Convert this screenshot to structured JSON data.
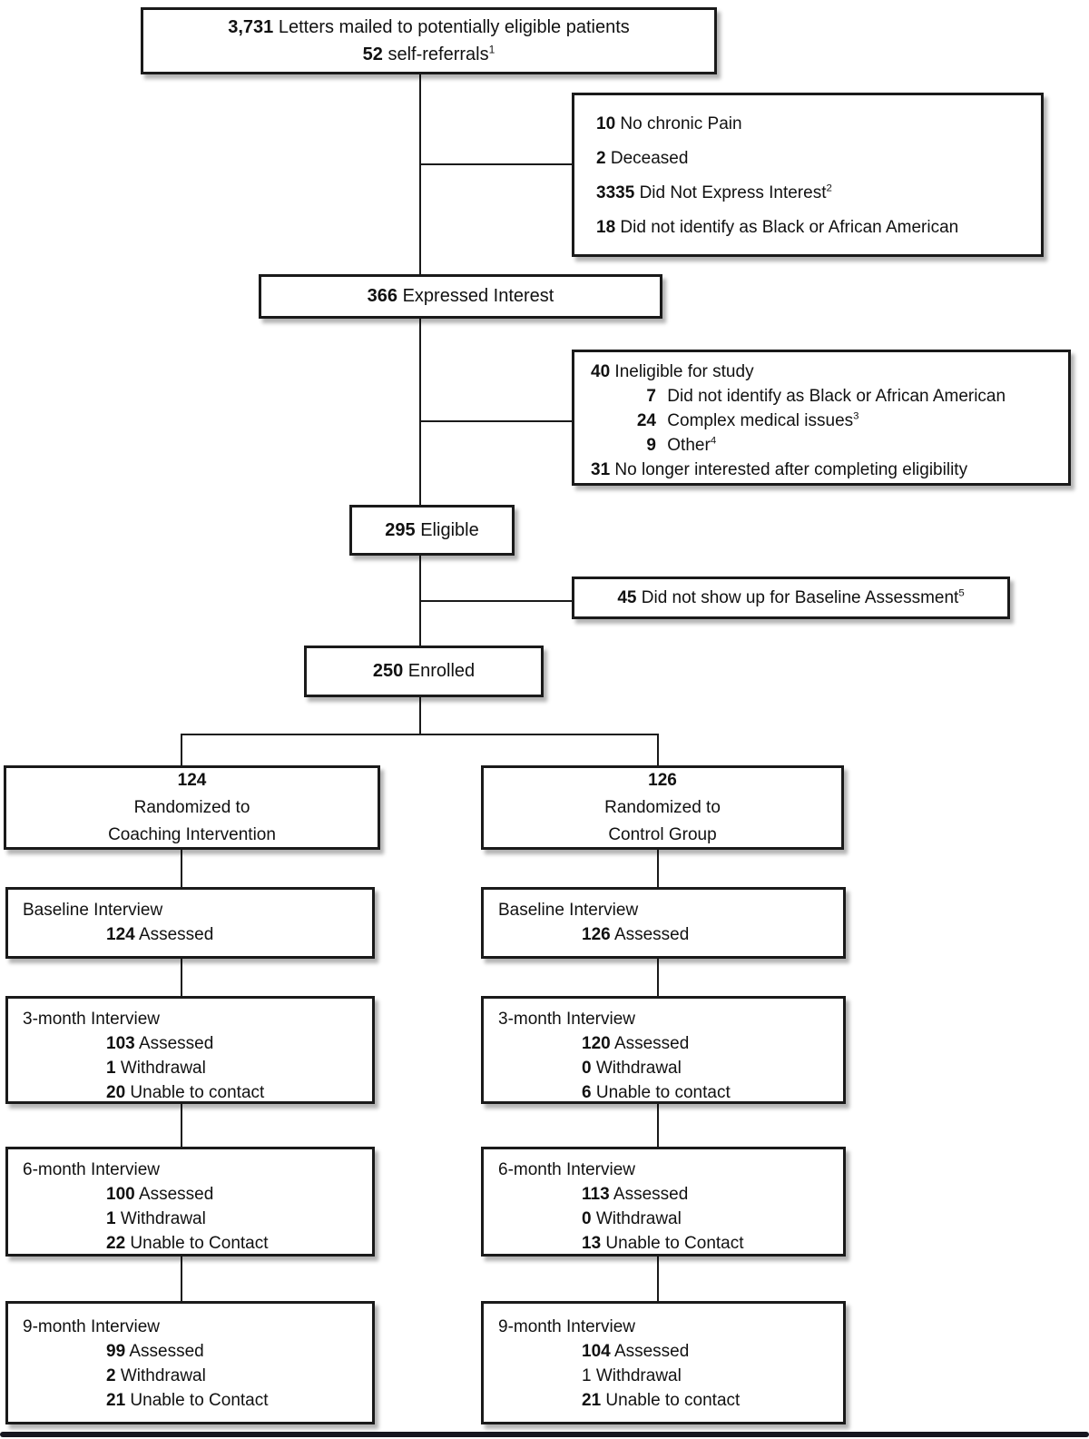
{
  "diagram": {
    "title": "Participant flow diagram",
    "colors": {
      "box_border": "#1a1a1a",
      "text": "#111111",
      "background": "#ffffff",
      "footer_bar": "#16161f"
    },
    "boxes": {
      "mailed": {
        "lines": [
          {
            "num": "3,731",
            "text": "Letters mailed to potentially eligible patients"
          },
          {
            "num": "52",
            "text": "self-referrals",
            "sup": "1"
          }
        ]
      },
      "excluded_initial": {
        "lines": [
          {
            "num": "10",
            "text": "No chronic Pain"
          },
          {
            "num": "2",
            "text": "Deceased"
          },
          {
            "num": "3335",
            "text": "Did Not Express Interest",
            "sup": "2"
          },
          {
            "num": "18",
            "text": "Did not identify as Black or African American"
          }
        ]
      },
      "expressed_interest": {
        "lines": [
          {
            "num": "366",
            "text": "Expressed Interest"
          }
        ]
      },
      "excluded_eligibility": {
        "lines": [
          {
            "num": "40",
            "text": "Ineligible for study"
          },
          {
            "num": "7",
            "text": "Did not identify as Black or African American",
            "indent": 1
          },
          {
            "num": "24",
            "text": "Complex medical issues",
            "sup": "3",
            "indent": 1
          },
          {
            "num": "9",
            "text": "Other",
            "sup": "4",
            "indent": 1
          },
          {
            "num": "31",
            "text": "No longer interested after completing eligibility"
          }
        ]
      },
      "eligible": {
        "lines": [
          {
            "num": "295",
            "text": "Eligible"
          }
        ]
      },
      "no_show": {
        "lines": [
          {
            "num": "45",
            "text": "Did not show up for Baseline Assessment",
            "sup": "5"
          }
        ]
      },
      "enrolled": {
        "lines": [
          {
            "num": "250",
            "text": "Enrolled"
          }
        ]
      },
      "arm_coaching": {
        "lines": [
          {
            "num": "124"
          },
          {
            "text": "Randomized to"
          },
          {
            "text": "Coaching Intervention"
          }
        ]
      },
      "arm_control": {
        "lines": [
          {
            "num": "126"
          },
          {
            "text": "Randomized to"
          },
          {
            "text": "Control Group"
          }
        ]
      },
      "coaching_baseline": {
        "lines": [
          {
            "text": "Baseline Interview"
          },
          {
            "num": "124",
            "text": "Assessed",
            "indent": 2
          }
        ]
      },
      "control_baseline": {
        "lines": [
          {
            "text": "Baseline Interview"
          },
          {
            "num": "126",
            "text": "Assessed",
            "indent": 2
          }
        ]
      },
      "coaching_3month": {
        "lines": [
          {
            "text": "3-month Interview"
          },
          {
            "num": "103",
            "text": "Assessed",
            "indent": 2
          },
          {
            "num": "1",
            "text": "Withdrawal",
            "indent": 2
          },
          {
            "num": "20",
            "text": "Unable to contact",
            "indent": 2
          }
        ]
      },
      "control_3month": {
        "lines": [
          {
            "text": "3-month Interview"
          },
          {
            "num": "120",
            "text": "Assessed",
            "indent": 2
          },
          {
            "num": "0",
            "text": "Withdrawal",
            "indent": 2
          },
          {
            "num": "6",
            "text": "Unable to contact",
            "indent": 2
          }
        ]
      },
      "coaching_6month": {
        "lines": [
          {
            "text": "6-month Interview"
          },
          {
            "num": "100",
            "text": "Assessed",
            "indent": 2
          },
          {
            "num": "1",
            "text": "Withdrawal",
            "indent": 2
          },
          {
            "num": "22",
            "text": "Unable to Contact",
            "indent": 2
          }
        ]
      },
      "control_6month": {
        "lines": [
          {
            "text": "6-month Interview"
          },
          {
            "num": "113",
            "text": "Assessed",
            "indent": 2
          },
          {
            "num": "0",
            "text": "Withdrawal",
            "indent": 2
          },
          {
            "num": "13",
            "text": "Unable to Contact",
            "indent": 2
          }
        ]
      },
      "coaching_9month": {
        "lines": [
          {
            "text": "9-month Interview"
          },
          {
            "num": "99",
            "text": "Assessed",
            "indent": 2
          },
          {
            "num": "2",
            "text": "Withdrawal",
            "indent": 2
          },
          {
            "num": "21",
            "text": "Unable to Contact",
            "indent": 2
          }
        ]
      },
      "control_9month": {
        "lines": [
          {
            "text": "9-month Interview"
          },
          {
            "num": "104",
            "text": "Assessed",
            "indent": 2
          },
          {
            "num": "1",
            "text": "Withdrawal",
            "indent": 2,
            "plain": true
          },
          {
            "num": "21",
            "text": "Unable to contact",
            "indent": 2
          }
        ]
      }
    }
  }
}
